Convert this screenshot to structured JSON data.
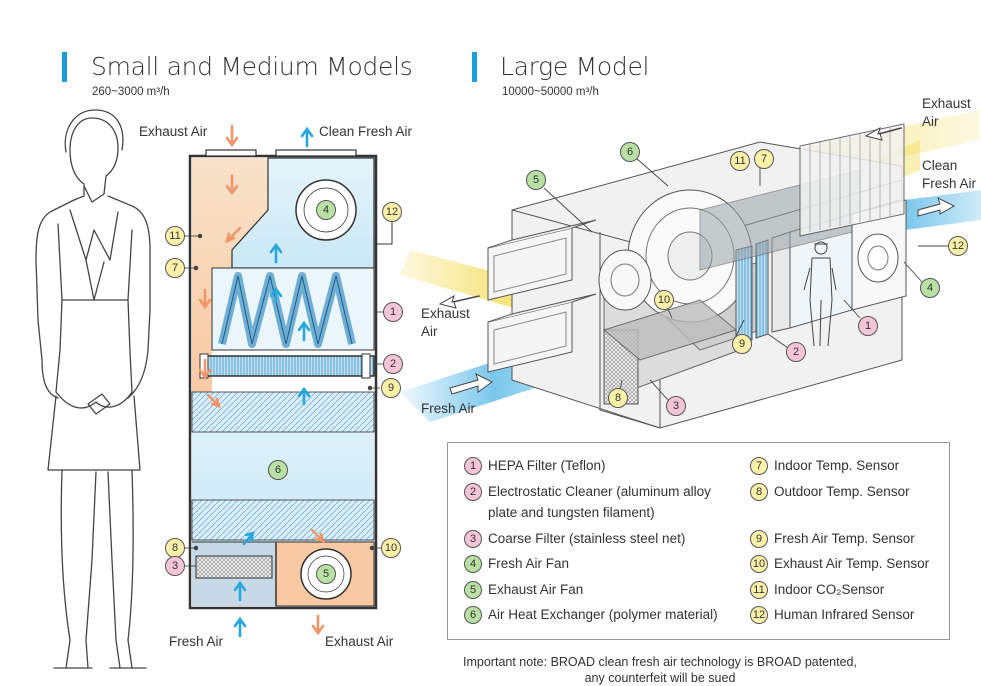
{
  "left_section": {
    "title": "Small and Medium Models",
    "airflow_range": "260~3000 m³/h",
    "labels": {
      "exhaust_air_top": "Exhaust Air",
      "clean_fresh_air": "Clean Fresh Air",
      "fresh_air_bottom": "Fresh Air",
      "exhaust_air_bottom": "Exhaust Air"
    },
    "markers": [
      "11",
      "7",
      "12",
      "1",
      "2",
      "9",
      "8",
      "3",
      "10",
      "4",
      "6",
      "5"
    ]
  },
  "right_section": {
    "title": "Large Model",
    "airflow_range": "10000~50000 m³/h",
    "labels": {
      "exhaust_air_top_right": "Exhaust Air",
      "clean_fresh_air": "Clean Fresh Air",
      "exhaust_air_left": "Exhaust Air",
      "fresh_air_left": "Fresh Air"
    },
    "markers": [
      "5",
      "6",
      "11",
      "7",
      "12",
      "4",
      "1",
      "2",
      "9",
      "10",
      "8",
      "3"
    ]
  },
  "legend": {
    "left": [
      {
        "num": "1",
        "text": "HEPA Filter (Teflon)",
        "color": "#f4c4d7"
      },
      {
        "num": "2",
        "text": "Electrostatic Cleaner (aluminum alloy",
        "text2": "plate and tungsten filament)",
        "color": "#f4c4d7"
      },
      {
        "num": "3",
        "text": "Coarse Filter (stainless steel net)",
        "color": "#f4c4d7"
      },
      {
        "num": "4",
        "text": "Fresh Air Fan",
        "color": "#b9e0a5"
      },
      {
        "num": "5",
        "text": "Exhaust Air Fan",
        "color": "#b9e0a5"
      },
      {
        "num": "6",
        "text": "Air Heat Exchanger (polymer material)",
        "color": "#b9e0a5"
      }
    ],
    "right": [
      {
        "num": "7",
        "text": "Indoor Temp. Sensor",
        "color": "#fbf0a8"
      },
      {
        "num": "8",
        "text": "Outdoor Temp. Sensor",
        "color": "#fbf0a8"
      },
      {
        "num": "9",
        "text": "Fresh Air Temp. Sensor",
        "color": "#fbf0a8"
      },
      {
        "num": "10",
        "text": "Exhaust Air Temp. Sensor",
        "color": "#fbf0a8"
      },
      {
        "num": "11",
        "text": "Indoor CO₂Sensor",
        "color": "#fbf0a8"
      },
      {
        "num": "12",
        "text": "Human Infrared Sensor",
        "color": "#fbf0a8"
      }
    ]
  },
  "note": {
    "line1": "Important note: BROAD clean fresh air technology is BROAD patented,",
    "line2": "any counterfeit will be sued"
  },
  "colors": {
    "accent_bar": "#1a9ed9",
    "filter_pink": "#f4c4d7",
    "fan_green": "#b9e0a5",
    "sensor_yellow": "#fbf0a8",
    "exhaust_orange": "#f0946a",
    "fresh_blue": "#29a7dd"
  }
}
